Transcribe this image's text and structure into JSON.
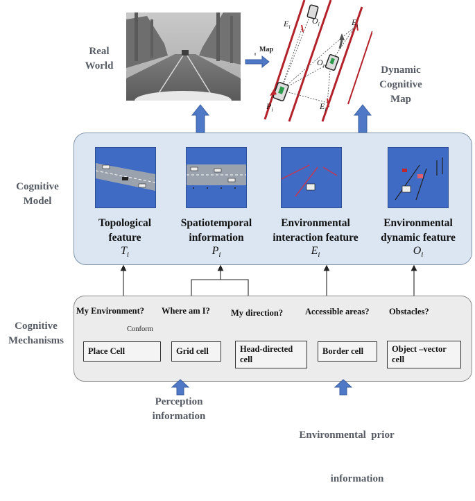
{
  "top": {
    "real_world_line1": "Real",
    "real_world_line2": "World",
    "map_label": "Map",
    "dynamic_map_line1": "Dynamic",
    "dynamic_map_line2": "Cognitive",
    "dynamic_map_line3": "Map",
    "symbols": {
      "e_top": "E",
      "o_top": "O",
      "e_right": "E",
      "o_mid": "O",
      "p": "P",
      "e_bottom": "E",
      "sub": "i"
    }
  },
  "cognitive_model": {
    "label_line1": "Cognitive",
    "label_line2": "Model",
    "features": [
      {
        "title_line1": "Topological",
        "title_line2": "feature",
        "symbol": "T",
        "sub": "i"
      },
      {
        "title_line1": "Spatiotemporal",
        "title_line2": "information",
        "symbol": "P",
        "sub": "i"
      },
      {
        "title_line1": "Environmental",
        "title_line2": "interaction feature",
        "symbol": "E",
        "sub": "i"
      },
      {
        "title_line1": "Environmental",
        "title_line2": "dynamic feature",
        "symbol": "O",
        "sub": "i"
      }
    ]
  },
  "cognitive_mechanisms": {
    "label_line1": "Cognitive",
    "label_line2": "Mechanisms",
    "questions": [
      "My Environment?",
      "Where am I?",
      "My direction?",
      "Accessible areas?",
      "Obstacles?"
    ],
    "conform_label": "Conform",
    "cells": {
      "place": "Place Cell",
      "grid": "Grid cell",
      "head_line1": "Head-directed",
      "head_line2": "cell",
      "border": "Border cell",
      "object_line1": "Object –vector",
      "object_line2": "cell"
    }
  },
  "inputs": {
    "perception_line1": "Perception",
    "perception_line2": "information",
    "env_prior_line1": "Environmental  prior",
    "env_prior_line2": "information"
  }
}
